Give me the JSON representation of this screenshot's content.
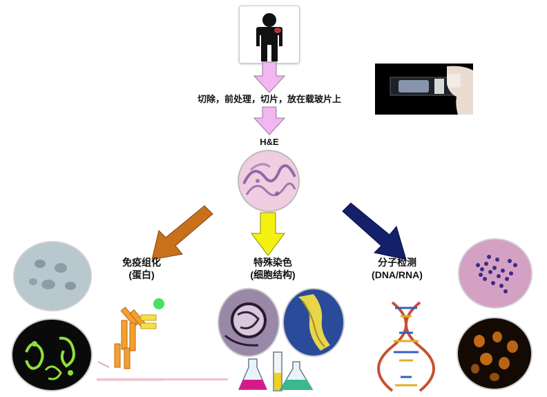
{
  "steps": {
    "prep_label": "切除，前处理，切片，放在载玻片上",
    "he_label": "H&E"
  },
  "branches": {
    "ihc": {
      "line1": "免疫组化",
      "line2": "(蛋白)"
    },
    "special": {
      "line1": "特殊染色",
      "line2": "(细胞结构)"
    },
    "molecular": {
      "line1": "分子检测",
      "line2": "(DNA/RNA)"
    }
  },
  "colors": {
    "arrow_pink": "#f2b6f0",
    "arrow_pink_stroke": "#8f7a94",
    "arrow_orange": "#c8701c",
    "arrow_yellow": "#f4f010",
    "arrow_navy": "#14206a",
    "he_pink": "#e8b4d0",
    "he_purple": "#6a3c8c",
    "ihc_gray": "#b9c7cf",
    "ihc_green": "#8ee03a",
    "special_violet": "#9a88a8",
    "special_blue": "#2a4a9a",
    "special_yellow": "#e8d64a",
    "ish_blue": "#3a2c86",
    "fish_orange": "#e07a1a"
  },
  "icons": {
    "patient": "patient-silhouette-icon",
    "slide": "glass-slide-photo",
    "antibody": "antibody-icon",
    "dna": "dna-helix-icon",
    "flasks": "lab-flasks-icon"
  }
}
